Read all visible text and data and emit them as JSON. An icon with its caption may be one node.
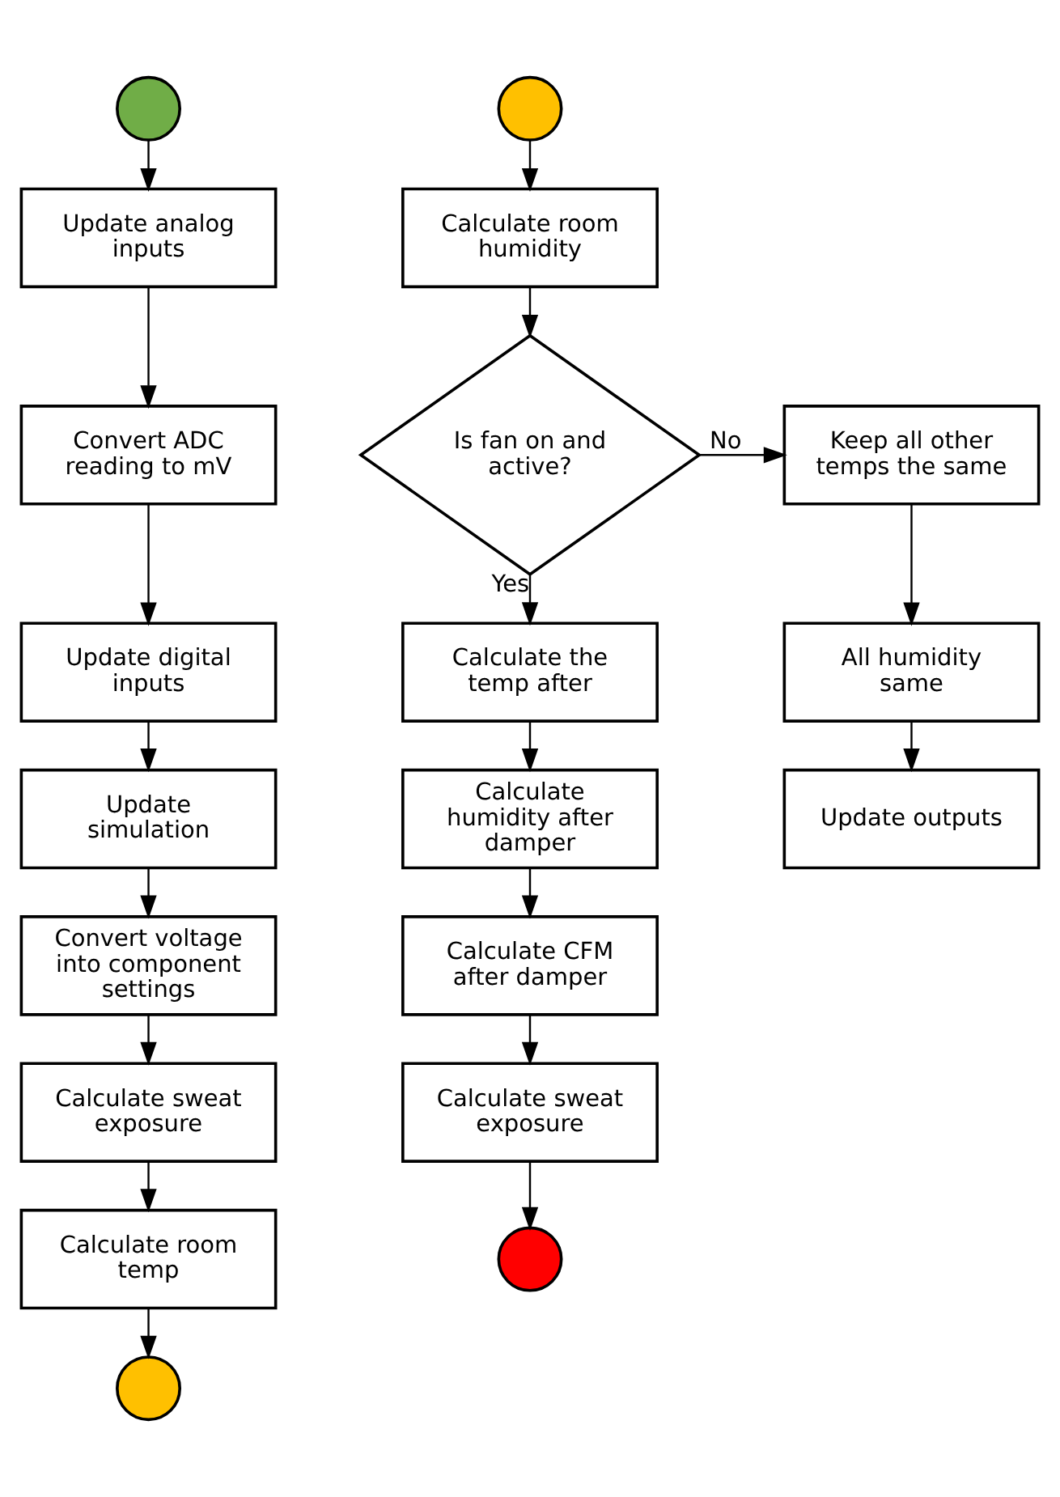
{
  "diagram": {
    "nodes": [
      {
        "text": [],
        "shape": "circle"
      },
      {
        "text": [
          "Update analog inputs"
        ]
      },
      {
        "text": [
          "Convert ADC reading to mV"
        ]
      },
      {
        "text": [
          "Update digital inputs"
        ]
      },
      {
        "text": [
          "Update simulation"
        ]
      },
      {
        "text": [
          "Convert voltage into component settings"
        ]
      },
      {
        "text": [
          "Calculate sweat exposure"
        ]
      },
      {
        "text": [
          "Calculate room temp"
        ]
      },
      {
        "text": [],
        "shape": "circle"
      },
      {
        "text": [],
        "shape": "circle"
      },
      {
        "text": [
          "Calculate room humidity"
        ]
      },
      {
        "text": [
          "Is fan on and active?"
        ]
      },
      {
        "text": [
          "Calculate the temp after"
        ]
      },
      {
        "text": [
          "Calculate humidity after damper"
        ]
      },
      {
        "text": [
          "Calculate CFM after damper"
        ]
      },
      {
        "text": [
          "Calculate sweat exposure"
        ]
      },
      {
        "text": [],
        "shape": "circle"
      },
      {
        "text": [
          "Keep all other temps the same"
        ]
      },
      {
        "text": [
          "All humidity same"
        ]
      },
      {
        "text": [
          "Update outputs"
        ]
      }
    ],
    "edges": [
      {
        "from": 0,
        "to": 1,
        "arrow": "to"
      },
      {
        "from": 1,
        "to": 2,
        "arrow": "to"
      },
      {
        "from": 2,
        "to": 3,
        "arrow": "to"
      },
      {
        "from": 3,
        "to": 4,
        "arrow": "to"
      },
      {
        "from": 4,
        "to": 5,
        "arrow": "to"
      },
      {
        "from": 5,
        "to": 6,
        "arrow": "to"
      },
      {
        "from": 6,
        "to": 7,
        "arrow": "to"
      },
      {
        "from": 7,
        "to": 8,
        "arrow": "to"
      },
      {
        "from": 9,
        "to": 10,
        "arrow": "to"
      },
      {
        "from": 10,
        "to": 11,
        "arrow": "to"
      },
      {
        "from": 11,
        "to": 12,
        "label": "Yes",
        "arrow": "to"
      },
      {
        "from": 12,
        "to": 13,
        "arrow": "to"
      },
      {
        "from": 13,
        "to": 14,
        "arrow": "to"
      },
      {
        "from": 14,
        "to": 15,
        "arrow": "to"
      },
      {
        "from": 15,
        "to": 16,
        "arrow": "to"
      },
      {
        "from": 11,
        "to": 17,
        "label": "No",
        "arrow": "to"
      },
      {
        "from": 17,
        "to": 18,
        "arrow": "to"
      },
      {
        "from": 18,
        "to": 19,
        "arrow": "to"
      }
    ]
  }
}
